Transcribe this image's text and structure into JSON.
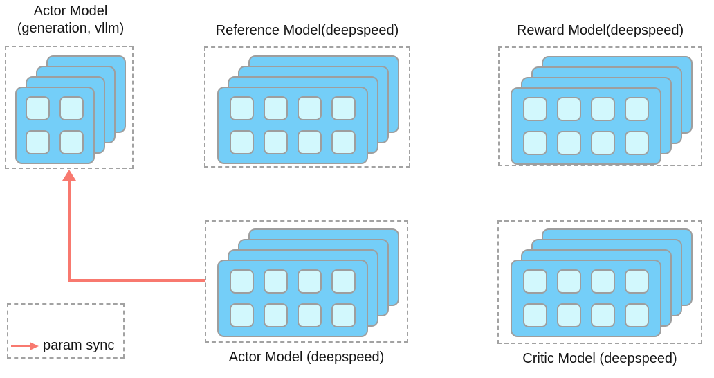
{
  "colors": {
    "card-fill": "#74cef8",
    "tile-fill": "#d2f8fd",
    "card-border": "#9e9e9e",
    "box-border": "#a2a2a2",
    "arrow": "#f8796f",
    "text": "#151515"
  },
  "nodes": {
    "actor_vllm": {
      "title_line1": "Actor Model",
      "title_line2": "(generation, vllm)"
    },
    "reference": {
      "title": "Reference Model(deepspeed)"
    },
    "reward": {
      "title": "Reward Model(deepspeed)"
    },
    "actor_deepspeed": {
      "label": "Actor Model (deepspeed)"
    },
    "critic": {
      "label": "Critic Model (deepspeed)"
    }
  },
  "legend": {
    "label": "param sync"
  }
}
